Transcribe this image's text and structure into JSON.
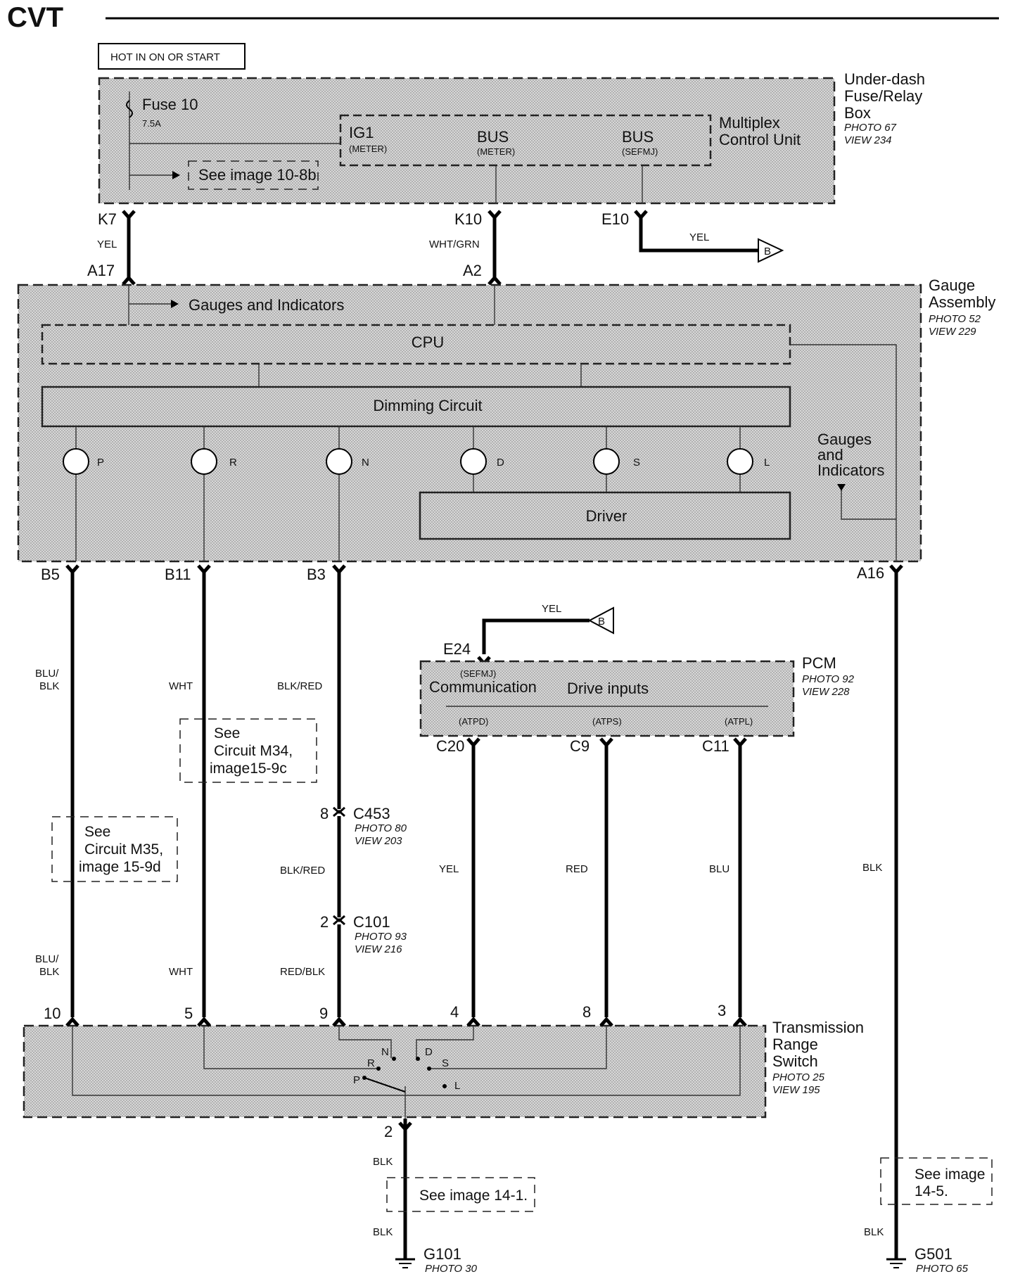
{
  "header": {
    "title": "CVT"
  },
  "power": {
    "label": "HOT IN ON OR START"
  },
  "fusebox": {
    "title_lines": [
      "Under-dash",
      "Fuse/Relay",
      "Box"
    ],
    "photo": "PHOTO 67",
    "view": "VIEW 234",
    "fuse_label": "Fuse 10",
    "fuse_rating": "7.5A",
    "see_ref": "See image 10-8b",
    "mcu_lines": [
      "Multiplex",
      "Control Unit"
    ],
    "ig1": "IG1",
    "ig1_sub": "(METER)",
    "bus1": "BUS",
    "bus1_sub": "(METER)",
    "bus2": "BUS",
    "bus2_sub": "(SEFMJ)"
  },
  "connectors_top": {
    "k7": "K7",
    "k10": "K10",
    "e10": "E10",
    "yel1": "YEL",
    "whtgrn": "WHT/GRN",
    "yel2": "YEL",
    "a17": "A17",
    "a2": "A2",
    "b_flag": "B"
  },
  "gauge": {
    "title_lines": [
      "Gauge",
      "Assembly"
    ],
    "photo": "PHOTO 52",
    "view": "VIEW 229",
    "gauges_link": "Gauges and Indicators",
    "cpu": "CPU",
    "dimming": "Dimming Circuit",
    "driver": "Driver",
    "gauges_right_lines": [
      "Gauges",
      "and",
      "Indicators"
    ],
    "indicators": [
      "P",
      "R",
      "N",
      "D",
      "S",
      "L"
    ]
  },
  "gauge_pins": {
    "b5": "B5",
    "b11": "B11",
    "b3": "B3",
    "a16": "A16"
  },
  "wire_colors": {
    "blu_blk_1": "BLU/",
    "blu_blk_2": "BLK",
    "wht": "WHT",
    "blk_red": "BLK/RED",
    "red_blk": "RED/BLK",
    "yel": "YEL",
    "red": "RED",
    "blu": "BLU",
    "blk": "BLK"
  },
  "notes": {
    "m34_lines": [
      "See",
      "Circuit M34,",
      "image15-9c"
    ],
    "m35_lines": [
      "See",
      "Circuit M35,",
      "image 15-9d"
    ],
    "see_14_1": "See image 14-1.",
    "see_14_5_lines": [
      "See image",
      "14-5."
    ]
  },
  "pcm": {
    "title": "PCM",
    "photo": "PHOTO 92",
    "view": "VIEW 228",
    "e24": "E24",
    "yel": "YEL",
    "b_flag": "B",
    "sefmj": "(SEFMJ)",
    "communication": "Communication",
    "drive_inputs": "Drive inputs",
    "atpd": "(ATPD)",
    "atps": "(ATPS)",
    "atpl": "(ATPL)",
    "c20": "C20",
    "c9": "C9",
    "c11": "C11"
  },
  "connectors_mid": {
    "c453": "C453",
    "c453_pin": "8",
    "c453_photo": "PHOTO 80",
    "c453_view": "VIEW 203",
    "c101": "C101",
    "c101_pin": "2",
    "c101_photo": "PHOTO 93",
    "c101_view": "VIEW 216"
  },
  "trs": {
    "title_lines": [
      "Transmission",
      "Range",
      "Switch"
    ],
    "photo": "PHOTO 25",
    "view": "VIEW 195",
    "pins": [
      "10",
      "5",
      "9",
      "4",
      "8",
      "3"
    ],
    "positions": [
      "R",
      "N",
      "D",
      "S",
      "P",
      "L"
    ],
    "gnd_pin": "2"
  },
  "grounds": {
    "g101": "G101",
    "g101_photo": "PHOTO 30",
    "g501": "G501",
    "g501_photo": "PHOTO 65"
  }
}
